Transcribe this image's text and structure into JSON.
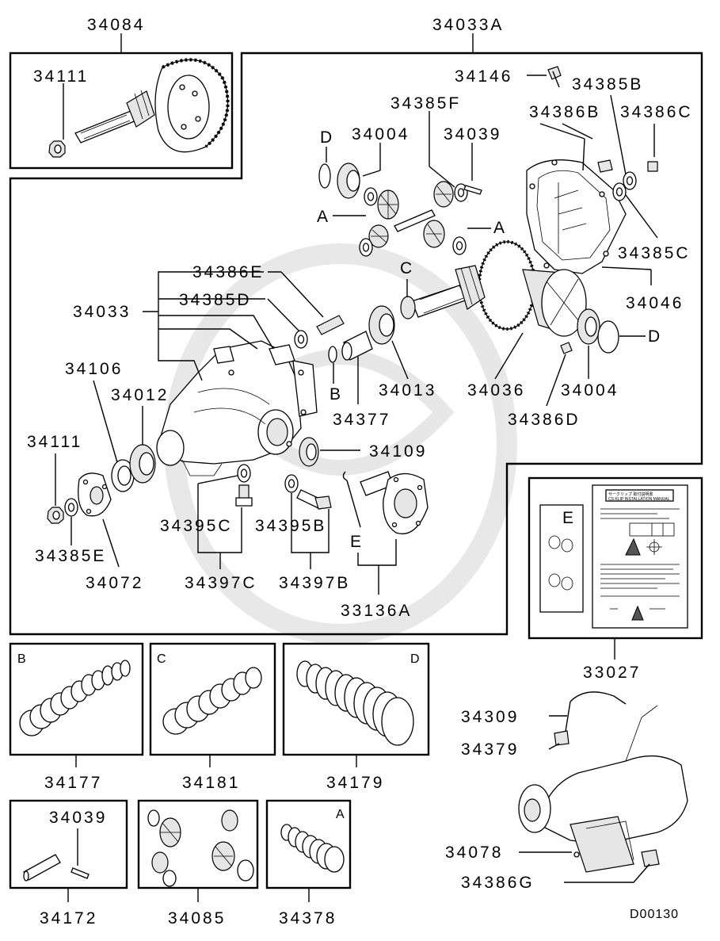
{
  "diagram_code": "D00130",
  "group_labels": {
    "g34084": "34084",
    "g34033A": "34033A",
    "g34033": "34033",
    "g33027": "33027"
  },
  "part_labels": {
    "p34111_top": "34111",
    "p34146": "34146",
    "p34385B": "34385B",
    "p34385F": "34385F",
    "p34386B": "34386B",
    "p34386C": "34386C",
    "p34004_top": "34004",
    "p34039_top": "34039",
    "p34385C": "34385C",
    "p34046": "34046",
    "p34386E": "34386E",
    "p34385D": "34385D",
    "p34106": "34106",
    "p34012": "34012",
    "p34013": "34013",
    "p34036": "34036",
    "p34004_bot": "34004",
    "p34377": "34377",
    "p34386D": "34386D",
    "p34111_left": "34111",
    "p34109": "34109",
    "p34395C": "34395C",
    "p34395B": "34395B",
    "p34385E": "34385E",
    "p34072": "34072",
    "p34397C": "34397C",
    "p34397B": "34397B",
    "p33136A": "33136A",
    "p34309": "34309",
    "p34379": "34379",
    "p34078": "34078",
    "p34386G": "34386G",
    "p34039_kit": "34039"
  },
  "ref_letters": {
    "D1": "D",
    "A1": "A",
    "A2": "A",
    "C1": "C",
    "D2": "D",
    "B1": "B",
    "E1": "E",
    "E2": "E"
  },
  "kits": [
    {
      "letter": "B",
      "part": "34177"
    },
    {
      "letter": "C",
      "part": "34181"
    },
    {
      "letter": "D",
      "part": "34179"
    },
    {
      "letter": "",
      "part": "34172"
    },
    {
      "letter": "",
      "part": "34085"
    },
    {
      "letter": "A",
      "part": "34378"
    }
  ],
  "doc_sheet": {
    "letter": "E",
    "title": "サークリップ 取付説明書",
    "subtitle": "CS KLIP INSTALLATION MANUAL"
  }
}
